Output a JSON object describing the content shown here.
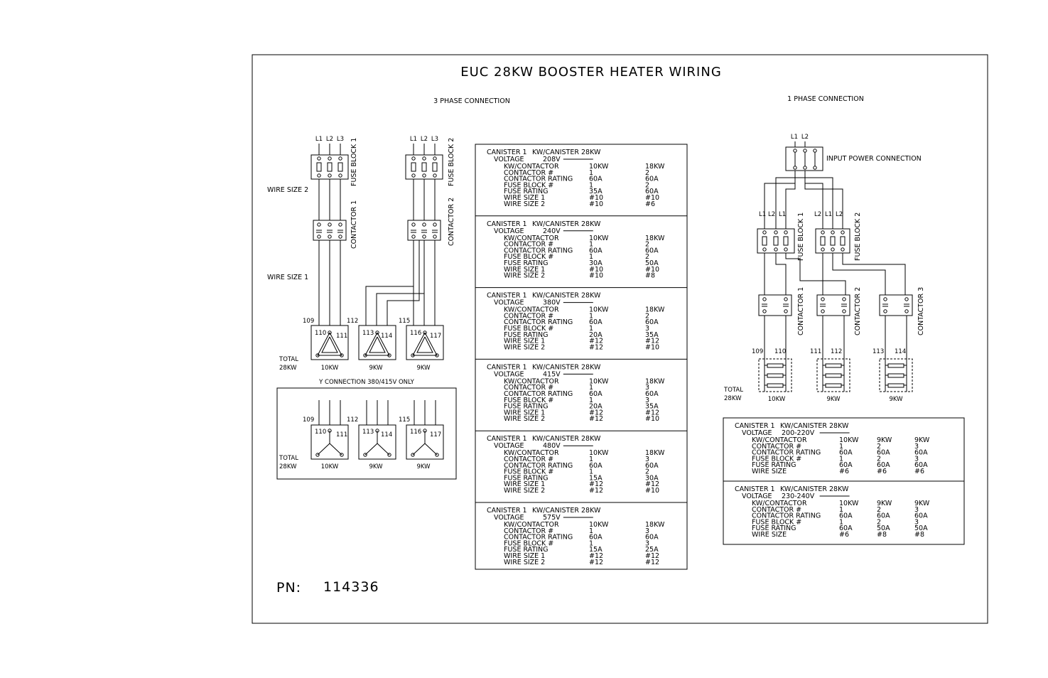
{
  "title": "EUC 28KW BOOSTER HEATER WIRING",
  "part_number": {
    "label": "PN:",
    "value": "114336"
  },
  "three_phase": {
    "heading": "3 PHASE CONNECTION",
    "line_labels": [
      "L1",
      "L2",
      "L3"
    ],
    "fuse_block_1": "FUSE BLOCK 1",
    "fuse_block_2": "FUSE BLOCK 2",
    "contactor_1": "CONTACTOR 1",
    "contactor_2": "CONTACTOR 2",
    "wire_size_2": "WIRE SIZE 2",
    "wire_size_1": "WIRE SIZE 1",
    "total": "TOTAL",
    "total_kw": "28KW",
    "elements": [
      {
        "a": "109",
        "b": "110",
        "c": "111",
        "kw": "10KW"
      },
      {
        "a": "112",
        "b": "113",
        "c": "114",
        "kw": "9KW"
      },
      {
        "a": "115",
        "b": "116",
        "c": "117",
        "kw": "9KW"
      }
    ],
    "y_connection": "Y CONNECTION 380/415V ONLY"
  },
  "one_phase": {
    "heading": "1 PHASE CONNECTION",
    "input_labels": [
      "L1",
      "L2"
    ],
    "input_power": "INPUT POWER CONNECTION",
    "fb1_lines": [
      "L1",
      "L2",
      "L1"
    ],
    "fb2_lines": [
      "L2",
      "L1",
      "L2"
    ],
    "fuse_block_1": "FUSE BLOCK 1",
    "fuse_block_2": "FUSE BLOCK 2",
    "contactor_1": "CONTACTOR 1",
    "contactor_2": "CONTACTOR 2",
    "contactor_3": "CONTACTOR 3",
    "total": "TOTAL",
    "total_kw": "28KW",
    "elements": [
      {
        "a": "109",
        "b": "110",
        "kw": "10KW"
      },
      {
        "a": "111",
        "b": "112",
        "kw": "9KW"
      },
      {
        "a": "113",
        "b": "114",
        "kw": "9KW"
      }
    ]
  },
  "three_phase_tables": [
    {
      "canister": "CANISTER 1",
      "kw_canister": "KW/CANISTER  28KW",
      "voltage_label": "VOLTAGE",
      "voltage": "208V",
      "rows": [
        [
          "KW/CONTACTOR",
          "10KW",
          "18KW"
        ],
        [
          "CONTACTOR #",
          "1",
          "2"
        ],
        [
          "CONTACTOR RATING",
          "60A",
          "60A"
        ],
        [
          "FUSE BLOCK #",
          "1",
          "2"
        ],
        [
          "FUSE RATING",
          "35A",
          "60A"
        ],
        [
          "WIRE SIZE 1",
          "#10",
          "#10"
        ],
        [
          "WIRE SIZE 2",
          "#10",
          "#6"
        ]
      ]
    },
    {
      "canister": "CANISTER 1",
      "kw_canister": "KW/CANISTER  28KW",
      "voltage_label": "VOLTAGE",
      "voltage": "240V",
      "rows": [
        [
          "KW/CONTACTOR",
          "10KW",
          "18KW"
        ],
        [
          "CONTACTOR #",
          "1",
          "2"
        ],
        [
          "CONTACTOR RATING",
          "60A",
          "60A"
        ],
        [
          "FUSE BLOCK #",
          "1",
          "2"
        ],
        [
          "FUSE RATING",
          "30A",
          "50A"
        ],
        [
          "WIRE SIZE 1",
          "#10",
          "#10"
        ],
        [
          "WIRE SIZE 2",
          "#10",
          "#8"
        ]
      ]
    },
    {
      "canister": "CANISTER 1",
      "kw_canister": "KW/CANISTER 28KW",
      "voltage_label": "VOLTAGE",
      "voltage": "380V",
      "rows": [
        [
          "KW/CONTACTOR",
          "10KW",
          "18KW"
        ],
        [
          "CONTACTOR #",
          "1",
          "2"
        ],
        [
          "CONTACTOR RATING",
          "60A",
          "60A"
        ],
        [
          "FUSE BLOCK #",
          "1",
          "3"
        ],
        [
          "FUSE RATING",
          "20A",
          "35A"
        ],
        [
          "WIRE SIZE 1",
          "#12",
          "#12"
        ],
        [
          "WIRE SIZE 2",
          "#12",
          "#10"
        ]
      ]
    },
    {
      "canister": "CANISTER 1",
      "kw_canister": "KW/CANISTER  28KW",
      "voltage_label": "VOLTAGE",
      "voltage": "415V",
      "rows": [
        [
          "KW/CONTACTOR",
          "10KW",
          "18KW"
        ],
        [
          "CONTACTOR #",
          "1",
          "3"
        ],
        [
          "CONTACTOR RATING",
          "60A",
          "60A"
        ],
        [
          "FUSE BLOCK #",
          "1",
          "3"
        ],
        [
          "FUSE RATING",
          "20A",
          "35A"
        ],
        [
          "WIRE SIZE 1",
          "#12",
          "#12"
        ],
        [
          "WIRE SIZE 2",
          "#12",
          "#10"
        ]
      ]
    },
    {
      "canister": "CANISTER 1",
      "kw_canister": "KW/CANISTER  28KW",
      "voltage_label": "VOLTAGE",
      "voltage": "480V",
      "rows": [
        [
          "KW/CONTACTOR",
          "10KW",
          "18KW"
        ],
        [
          "CONTACTOR #",
          "1",
          "3"
        ],
        [
          "CONTACTOR RATING",
          "60A",
          "60A"
        ],
        [
          "FUSE BLOCK #",
          "1",
          "2"
        ],
        [
          "FUSE RATING",
          "15A",
          "30A"
        ],
        [
          "WIRE SIZE 1",
          "#12",
          "#12"
        ],
        [
          "WIRE SIZE 2",
          "#12",
          "#10"
        ]
      ]
    },
    {
      "canister": "CANISTER 1",
      "kw_canister": "KW/CANISTER  28KW",
      "voltage_label": "VOLTAGE",
      "voltage": "575V",
      "rows": [
        [
          "KW/CONTACTOR",
          "10KW",
          "18KW"
        ],
        [
          "CONTACTOR #",
          "1",
          "3"
        ],
        [
          "CONTACTOR RATING",
          "60A",
          "60A"
        ],
        [
          "FUSE BLOCK #",
          "1",
          "3"
        ],
        [
          "FUSE RATING",
          "15A",
          "25A"
        ],
        [
          "WIRE SIZE 1",
          "#12",
          "#12"
        ],
        [
          "WIRE SIZE 2",
          "#12",
          "#12"
        ]
      ]
    }
  ],
  "one_phase_tables": [
    {
      "canister": "CANISTER 1",
      "kw_canister": "KW/CANISTER  28KW",
      "voltage_label": "VOLTAGE",
      "voltage": "200-220V",
      "rows": [
        [
          "KW/CONTACTOR",
          "10KW",
          "9KW",
          "9KW"
        ],
        [
          "CONTACTOR #",
          "1",
          "2",
          "3"
        ],
        [
          "CONTACTOR RATING",
          "60A",
          "60A",
          "60A"
        ],
        [
          "FUSE BLOCK #",
          "1",
          "2",
          "3"
        ],
        [
          "FUSE RATING",
          "60A",
          "60A",
          "60A"
        ],
        [
          "WIRE SIZE",
          "#6",
          "#6",
          "#6"
        ]
      ]
    },
    {
      "canister": "CANISTER 1",
      "kw_canister": "KW/CANISTER  28KW",
      "voltage_label": "VOLTAGE",
      "voltage": "230-240V",
      "rows": [
        [
          "KW/CONTACTOR",
          "10KW",
          "9KW",
          "9KW"
        ],
        [
          "CONTACTOR #",
          "1",
          "2",
          "3"
        ],
        [
          "CONTACTOR RATING",
          "60A",
          "60A",
          "60A"
        ],
        [
          "FUSE BLOCK #",
          "1",
          "2",
          "3"
        ],
        [
          "FUSE RATING",
          "60A",
          "50A",
          "50A"
        ],
        [
          "WIRE SIZE",
          "#6",
          "#8",
          "#8"
        ]
      ]
    }
  ]
}
